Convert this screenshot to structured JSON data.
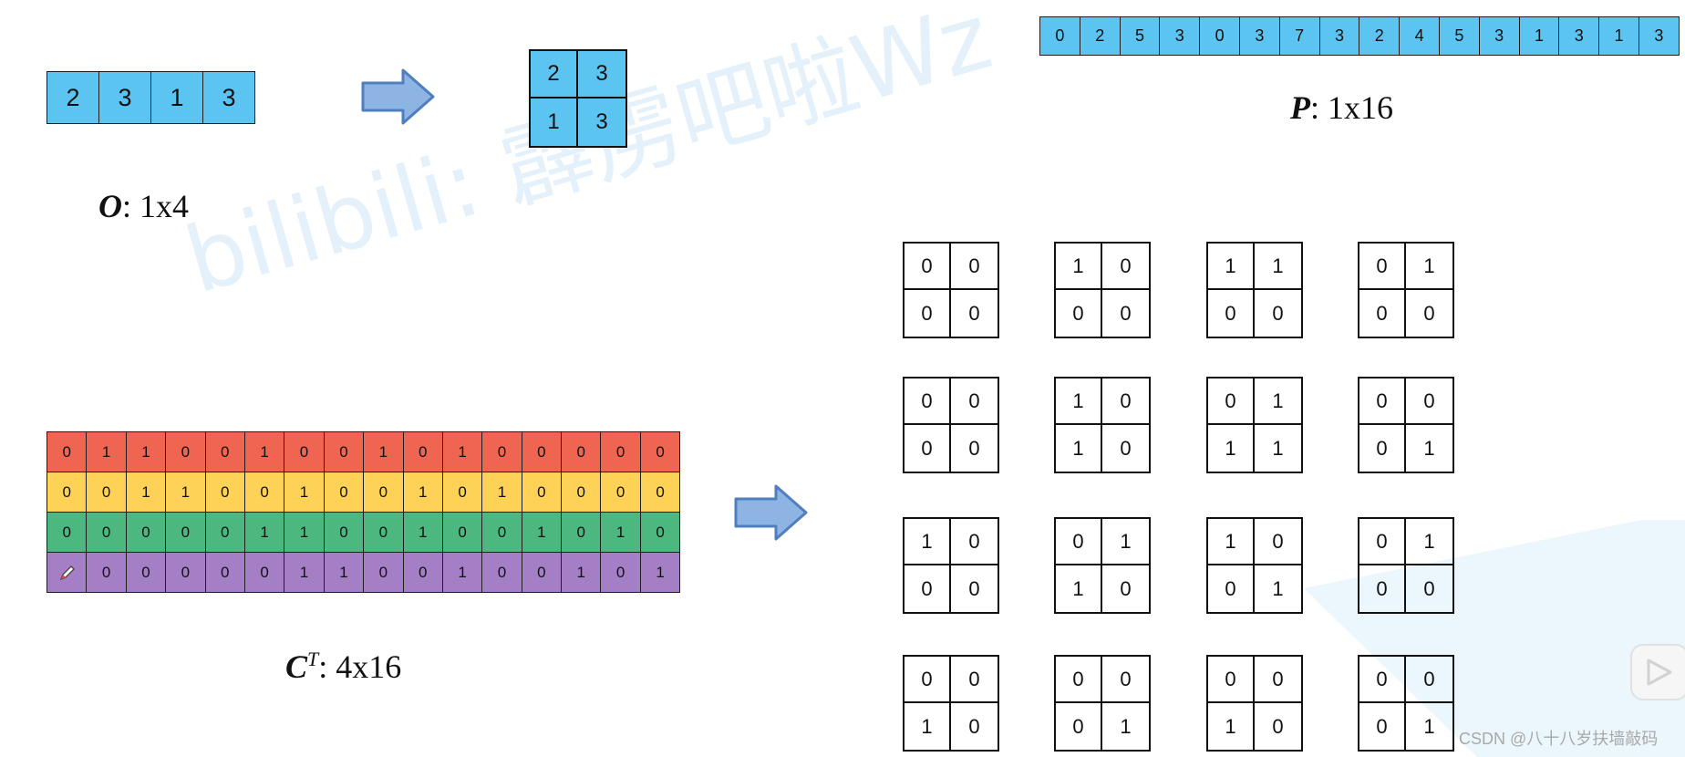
{
  "watermark": "bilibili: 霹雳吧啦Wz",
  "o": {
    "values": [
      "2",
      "3",
      "1",
      "3"
    ],
    "label_var": "O",
    "label_dims": ": 1x4",
    "reshaped": [
      "2",
      "3",
      "1",
      "3"
    ]
  },
  "p": {
    "values": [
      "0",
      "2",
      "5",
      "3",
      "0",
      "3",
      "7",
      "3",
      "2",
      "4",
      "5",
      "3",
      "1",
      "3",
      "1",
      "3"
    ],
    "label_var": "P",
    "label_dims": ": 1x16"
  },
  "ct": {
    "label_var": "C",
    "label_sup": "T",
    "label_dims": ": 4x16",
    "rows": [
      {
        "color": "#ef6551",
        "values": [
          "0",
          "1",
          "1",
          "0",
          "0",
          "1",
          "0",
          "0",
          "1",
          "0",
          "1",
          "0",
          "0",
          "0",
          "0",
          "0"
        ]
      },
      {
        "color": "#fdd257",
        "values": [
          "0",
          "0",
          "1",
          "1",
          "0",
          "0",
          "1",
          "0",
          "0",
          "1",
          "0",
          "1",
          "0",
          "0",
          "0",
          "0"
        ]
      },
      {
        "color": "#4cb880",
        "values": [
          "0",
          "0",
          "0",
          "0",
          "0",
          "1",
          "1",
          "0",
          "0",
          "1",
          "0",
          "0",
          "1",
          "0",
          "1",
          "0"
        ]
      },
      {
        "color": "#a57fc5",
        "values": [
          "",
          "0",
          "0",
          "0",
          "0",
          "0",
          "1",
          "1",
          "0",
          "0",
          "1",
          "0",
          "0",
          "1",
          "0",
          "1"
        ]
      }
    ]
  },
  "kernels": [
    [
      "0",
      "0",
      "0",
      "0"
    ],
    [
      "1",
      "0",
      "0",
      "0"
    ],
    [
      "1",
      "1",
      "0",
      "0"
    ],
    [
      "0",
      "1",
      "0",
      "0"
    ],
    [
      "0",
      "0",
      "0",
      "0"
    ],
    [
      "1",
      "0",
      "1",
      "0"
    ],
    [
      "0",
      "1",
      "1",
      "1"
    ],
    [
      "0",
      "0",
      "0",
      "1"
    ],
    [
      "1",
      "0",
      "0",
      "0"
    ],
    [
      "0",
      "1",
      "1",
      "0"
    ],
    [
      "1",
      "0",
      "0",
      "1"
    ],
    [
      "0",
      "1",
      "0",
      "0"
    ],
    [
      "0",
      "0",
      "1",
      "0"
    ],
    [
      "0",
      "0",
      "0",
      "1"
    ],
    [
      "0",
      "0",
      "1",
      "0"
    ],
    [
      "0",
      "0",
      "0",
      "1"
    ]
  ],
  "colors": {
    "blue_cell": "#5bc4f1",
    "arrow_fill": "#8eb4e3",
    "arrow_stroke": "#4f7fbf"
  },
  "footer": {
    "csdn": "CSDN @八十八岁扶墙敲码"
  },
  "icons": {
    "arrow": "right-arrow-icon",
    "pen": "pen-icon",
    "play": "play-icon"
  }
}
